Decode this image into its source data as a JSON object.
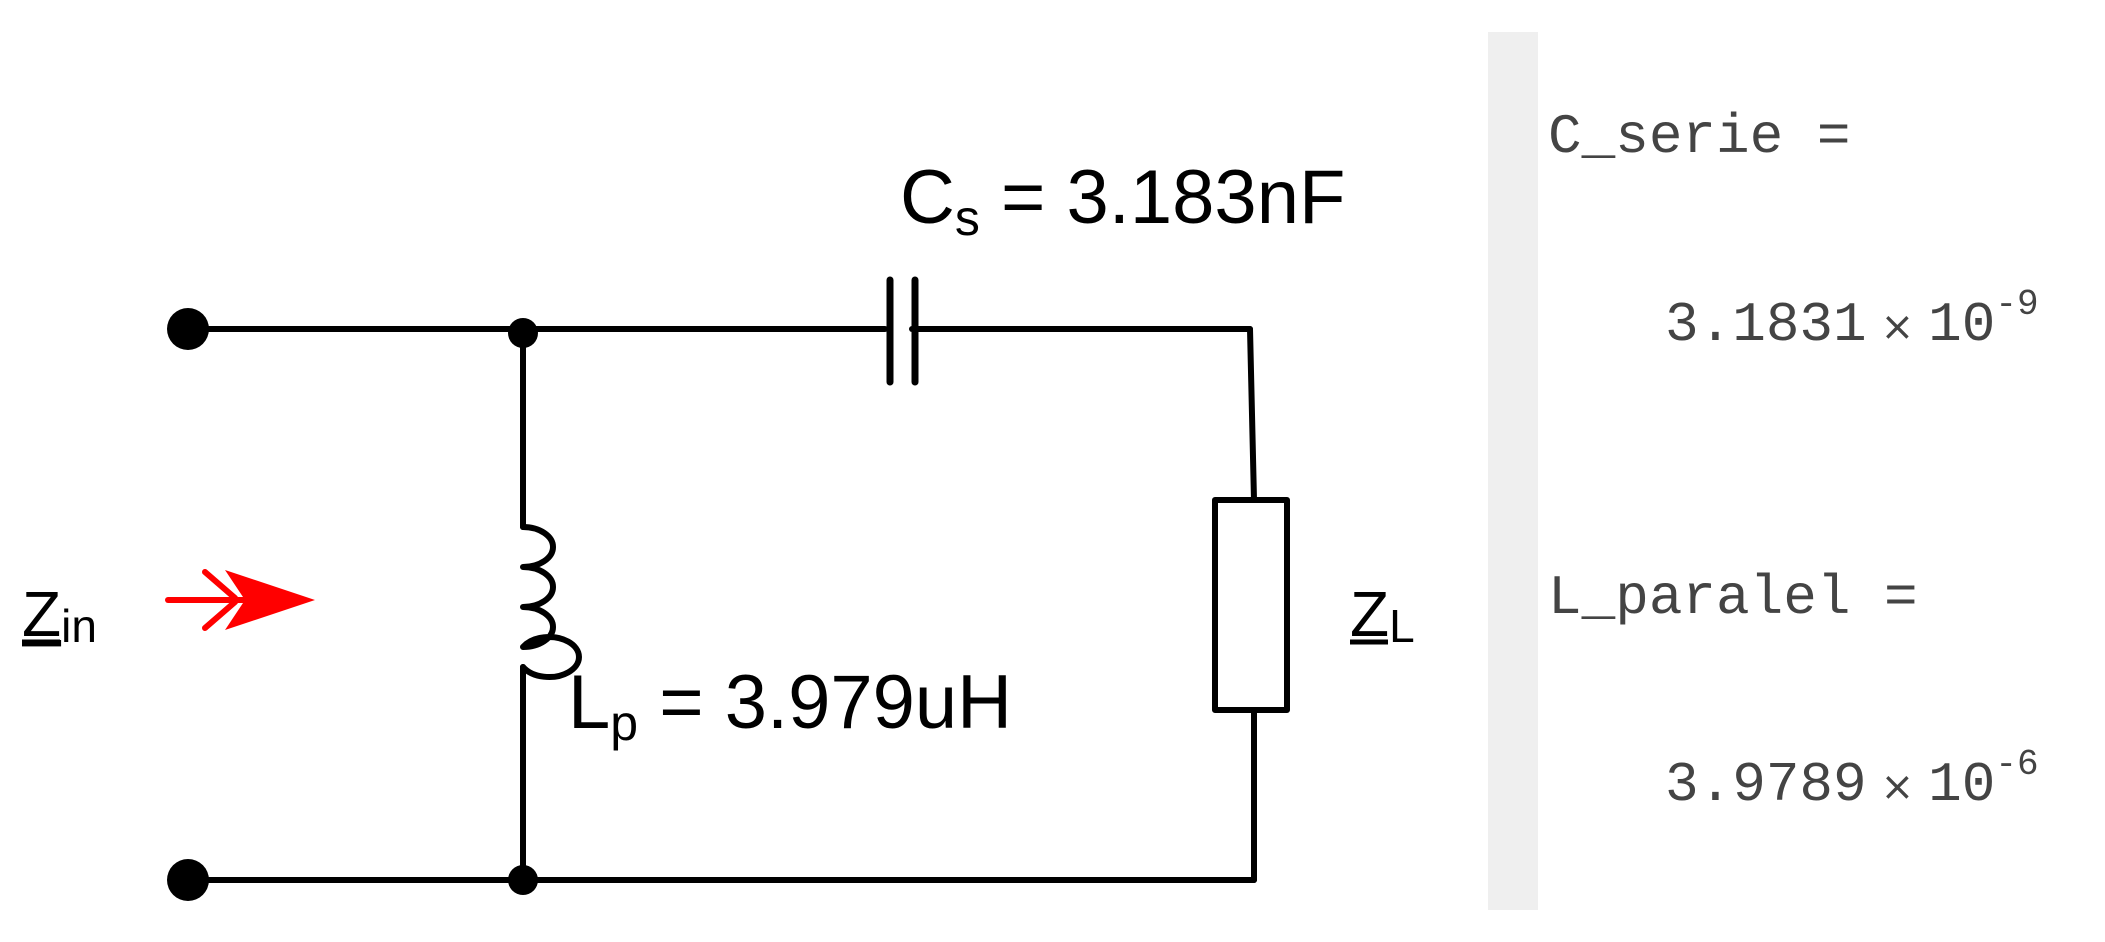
{
  "circuit": {
    "input_label": {
      "main": "Z",
      "sub": "in"
    },
    "capacitor_label": {
      "main": "C",
      "sub": "s",
      "rest": " = 3.183nF"
    },
    "inductor_label": {
      "main": "L",
      "sub": "p",
      "rest": " = 3.979uH"
    },
    "load_label": {
      "main": "Z",
      "sub": "L"
    },
    "arrow_color": "#ff0000",
    "wire_color": "#000000"
  },
  "results_panel": {
    "c_serie": {
      "name": "C_serie =",
      "mantissa": "3.1831",
      "times": "×",
      "base": "10",
      "exponent": "-9"
    },
    "l_paralel": {
      "name": "L_paralel =",
      "mantissa": "3.9789",
      "times": "×",
      "base": "10",
      "exponent": "-6"
    },
    "divider_color": "#efefef"
  }
}
